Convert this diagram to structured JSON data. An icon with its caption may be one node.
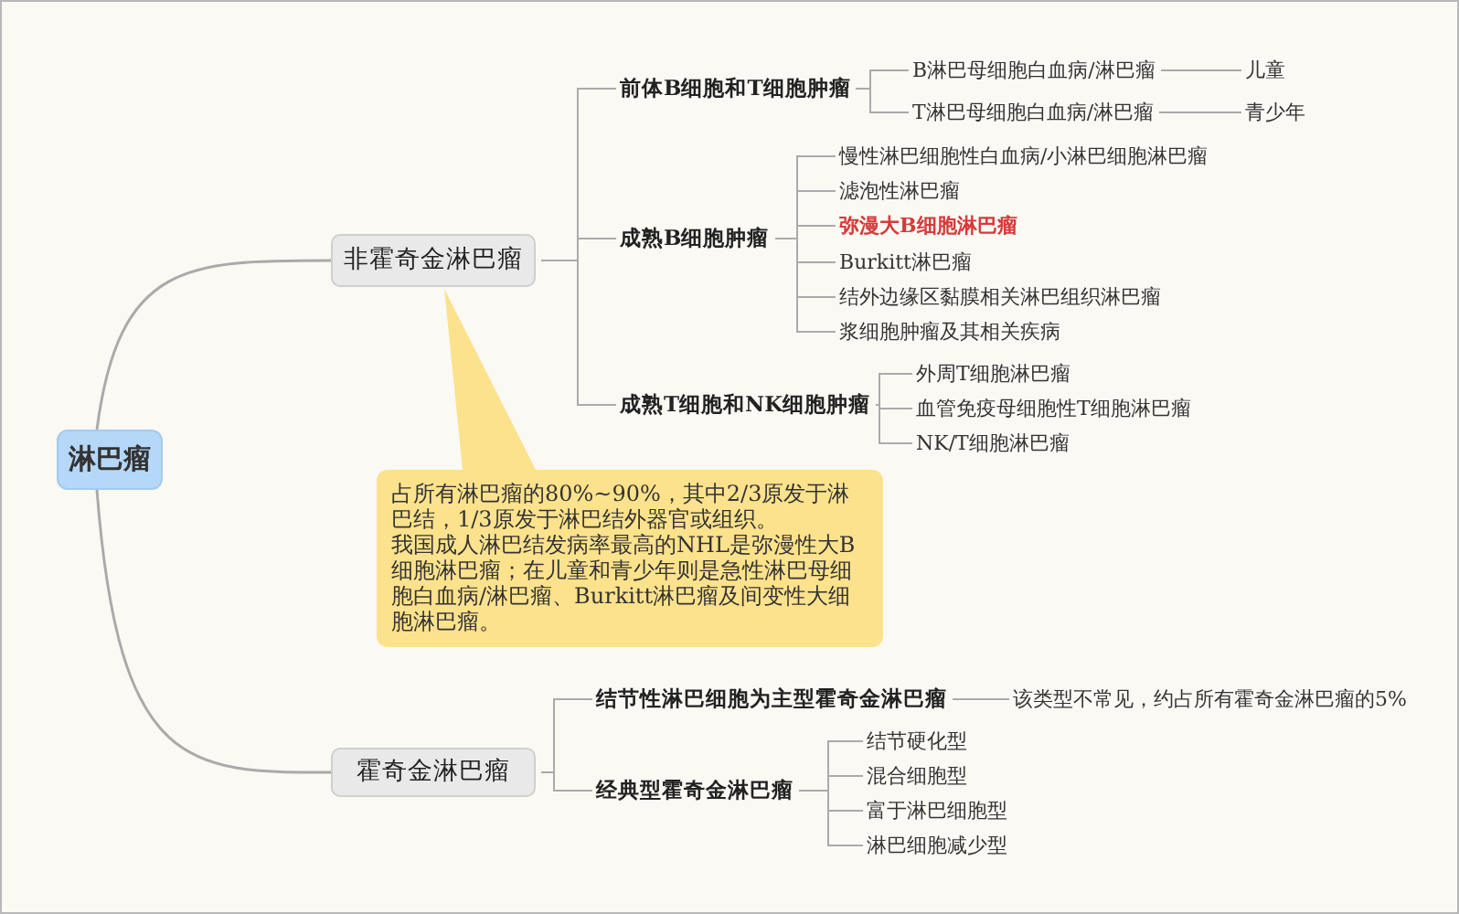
{
  "diagram": {
    "nodes": [
      {
        "text": [
          "淋巴瘤"
        ]
      },
      {
        "text": [
          "非霍奇金淋巴瘤"
        ]
      },
      {
        "text": [
          "前体B细胞和T细胞肿瘤"
        ]
      },
      {
        "text": [
          "B淋巴母细胞白血病/淋巴瘤"
        ]
      },
      {
        "text": [
          "儿童"
        ]
      },
      {
        "text": [
          "T淋巴母细胞白血病/淋巴瘤"
        ]
      },
      {
        "text": [
          "青少年"
        ]
      },
      {
        "text": [
          "成熟B细胞肿瘤"
        ]
      },
      {
        "text": [
          "慢性淋巴细胞性白血病/小淋巴细胞淋巴瘤"
        ]
      },
      {
        "text": [
          "滤泡性淋巴瘤"
        ]
      },
      {
        "text": [
          "弥漫大B细胞淋巴瘤"
        ]
      },
      {
        "text": [
          "Burkitt淋巴瘤"
        ]
      },
      {
        "text": [
          "结外边缘区黏膜相关淋巴组织淋巴瘤"
        ]
      },
      {
        "text": [
          "浆细胞肿瘤及其相关疾病"
        ]
      },
      {
        "text": [
          "成熟T细胞和NK细胞肿瘤"
        ]
      },
      {
        "text": [
          "外周T细胞淋巴瘤"
        ]
      },
      {
        "text": [
          "血管免疫母细胞性T细胞淋巴瘤"
        ]
      },
      {
        "text": [
          "NK/T细胞淋巴瘤"
        ]
      },
      {
        "text": [
          "占所有淋巴瘤的80%~90%，其中2/3原发于淋巴结，1/3原发于淋巴结外器官或组织。",
          "我国成人淋巴结发病率最高的NHL是弥漫性大B细胞淋巴瘤；在儿童和青少年则是急性淋巴母细胞白血病/淋巴瘤、Burkitt淋巴瘤及间变性大细胞淋巴瘤。"
        ]
      },
      {
        "text": [
          "霍奇金淋巴瘤"
        ]
      },
      {
        "text": [
          "结节性淋巴细胞为主型霍奇金淋巴瘤"
        ]
      },
      {
        "text": [
          "该类型不常见，约占所有霍奇金淋巴瘤的5%"
        ]
      },
      {
        "text": [
          "经典型霍奇金淋巴瘤"
        ]
      },
      {
        "text": [
          "结节硬化型"
        ]
      },
      {
        "text": [
          "混合细胞型"
        ]
      },
      {
        "text": [
          "富于淋巴细胞型"
        ]
      },
      {
        "text": [
          "淋巴细胞减少型"
        ]
      }
    ],
    "edges": [
      {
        "from": 0,
        "to": 1,
        "arrow": "none"
      },
      {
        "from": 0,
        "to": 19,
        "arrow": "none"
      },
      {
        "from": 1,
        "to": 2,
        "arrow": "none"
      },
      {
        "from": 1,
        "to": 7,
        "arrow": "none"
      },
      {
        "from": 1,
        "to": 14,
        "arrow": "none"
      },
      {
        "from": 2,
        "to": 3,
        "arrow": "none"
      },
      {
        "from": 2,
        "to": 5,
        "arrow": "none"
      },
      {
        "from": 3,
        "to": 4,
        "arrow": "none"
      },
      {
        "from": 5,
        "to": 6,
        "arrow": "none"
      },
      {
        "from": 7,
        "to": 8,
        "arrow": "none"
      },
      {
        "from": 7,
        "to": 9,
        "arrow": "none"
      },
      {
        "from": 7,
        "to": 10,
        "arrow": "none"
      },
      {
        "from": 7,
        "to": 11,
        "arrow": "none"
      },
      {
        "from": 7,
        "to": 12,
        "arrow": "none"
      },
      {
        "from": 7,
        "to": 13,
        "arrow": "none"
      },
      {
        "from": 14,
        "to": 15,
        "arrow": "none"
      },
      {
        "from": 14,
        "to": 16,
        "arrow": "none"
      },
      {
        "from": 14,
        "to": 17,
        "arrow": "none"
      },
      {
        "from": 19,
        "to": 20,
        "arrow": "none"
      },
      {
        "from": 19,
        "to": 22,
        "arrow": "none"
      },
      {
        "from": 20,
        "to": 21,
        "arrow": "none"
      },
      {
        "from": 22,
        "to": 23,
        "arrow": "none"
      },
      {
        "from": 22,
        "to": 24,
        "arrow": "none"
      },
      {
        "from": 22,
        "to": 25,
        "arrow": "none"
      },
      {
        "from": 22,
        "to": 26,
        "arrow": "none"
      },
      {
        "from": 18,
        "to": 1,
        "arrow": "none"
      }
    ]
  }
}
